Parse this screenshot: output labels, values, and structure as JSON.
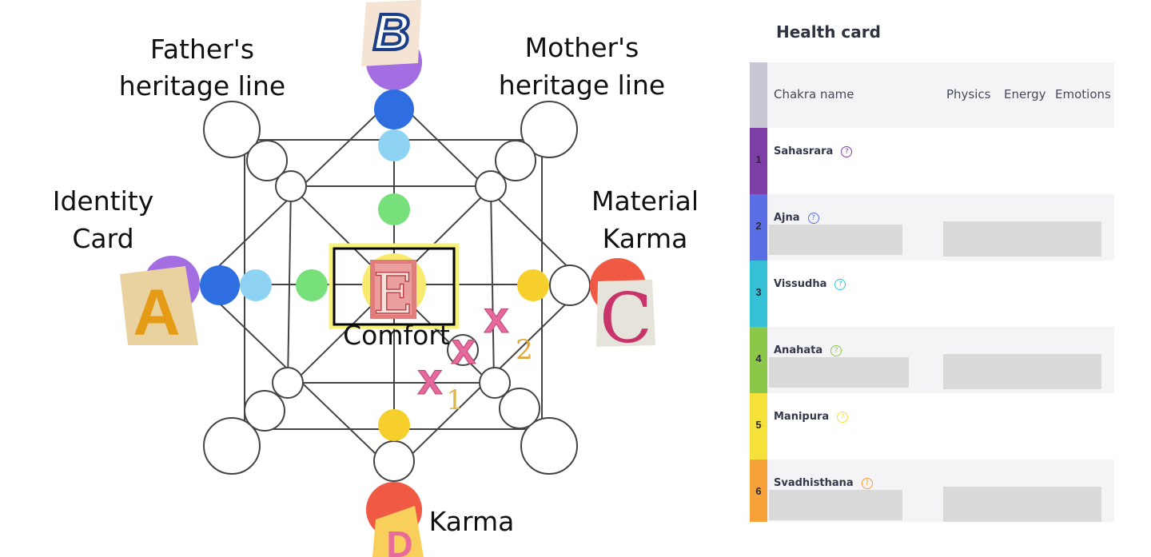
{
  "diagram": {
    "labels": {
      "father": [
        "Father's",
        "heritage line"
      ],
      "mother": [
        "Mother's",
        "heritage line"
      ],
      "identity": [
        "Identity",
        "Card"
      ],
      "material": [
        "Material",
        "Karma"
      ],
      "comfort": "Comfort",
      "karma": "Karma"
    },
    "letters": {
      "a": "A",
      "b": "B",
      "c": "C",
      "d": "D",
      "e": "E"
    },
    "markers": {
      "x": "x",
      "sub1": "1",
      "sub2": "2"
    }
  },
  "card": {
    "title": "Health card",
    "headers": {
      "name": "Chakra name",
      "physics": "Physics",
      "energy": "Energy",
      "emotions": "Emotions"
    },
    "rows": [
      {
        "num": "1",
        "name": "Sahasrara",
        "help": "?",
        "color": "#7d3fa6",
        "bg": "#ffffff",
        "hidden": false
      },
      {
        "num": "2",
        "name": "Ajna",
        "help": "?",
        "color": "#5a6fe6",
        "bg": "#f4f4f6",
        "hidden": true
      },
      {
        "num": "3",
        "name": "Vissudha",
        "help": "?",
        "color": "#36c0d6",
        "bg": "#ffffff",
        "hidden": false
      },
      {
        "num": "4",
        "name": "Anahata",
        "help": "?",
        "color": "#8bc84a",
        "bg": "#f4f4f6",
        "hidden": true
      },
      {
        "num": "5",
        "name": "Manipura",
        "help": "?",
        "color": "#f6e13a",
        "bg": "#ffffff",
        "hidden": false
      },
      {
        "num": "6",
        "name": "Svadhisthana",
        "help": "?",
        "color": "#f6a238",
        "bg": "#f4f4f6",
        "hidden": true
      }
    ]
  }
}
